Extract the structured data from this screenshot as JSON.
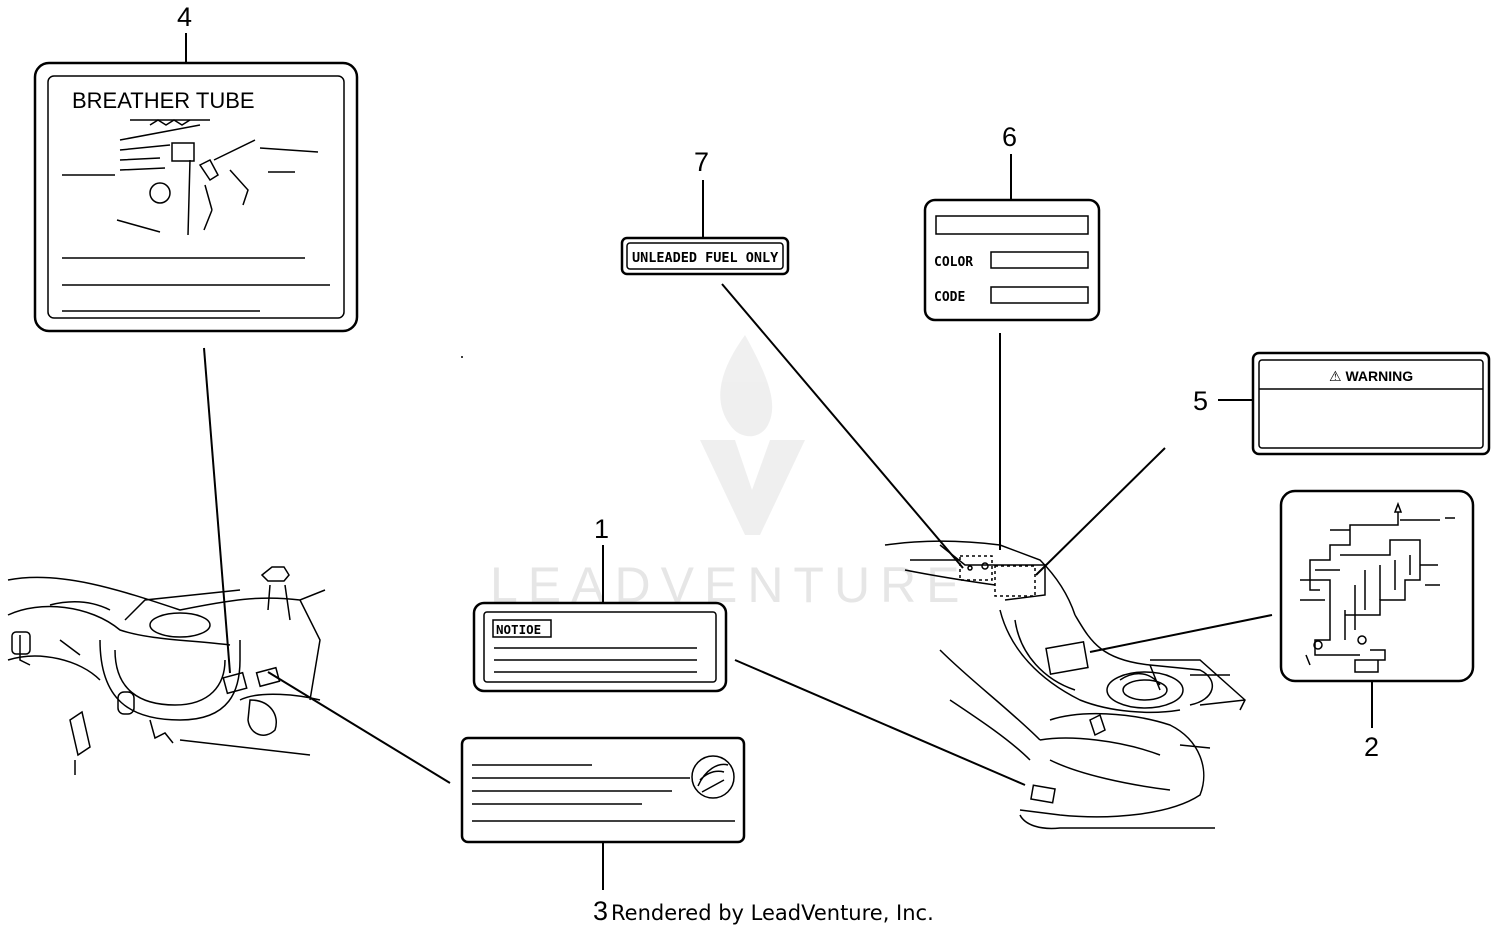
{
  "callouts": {
    "n1": "1",
    "n2": "2",
    "n3": "3",
    "n4": "4",
    "n5": "5",
    "n6": "6",
    "n7": "7"
  },
  "labels": {
    "breather": "BREATHER TUBE",
    "unleaded": "UNLEADED FUEL ONLY",
    "color": "COLOR",
    "code": "CODE",
    "warning": "⚠ WARNING",
    "notice": "NOTIOE"
  },
  "watermark": {
    "text": "LEADVENTURE"
  },
  "credit": "Rendered by LeadVenture, Inc."
}
